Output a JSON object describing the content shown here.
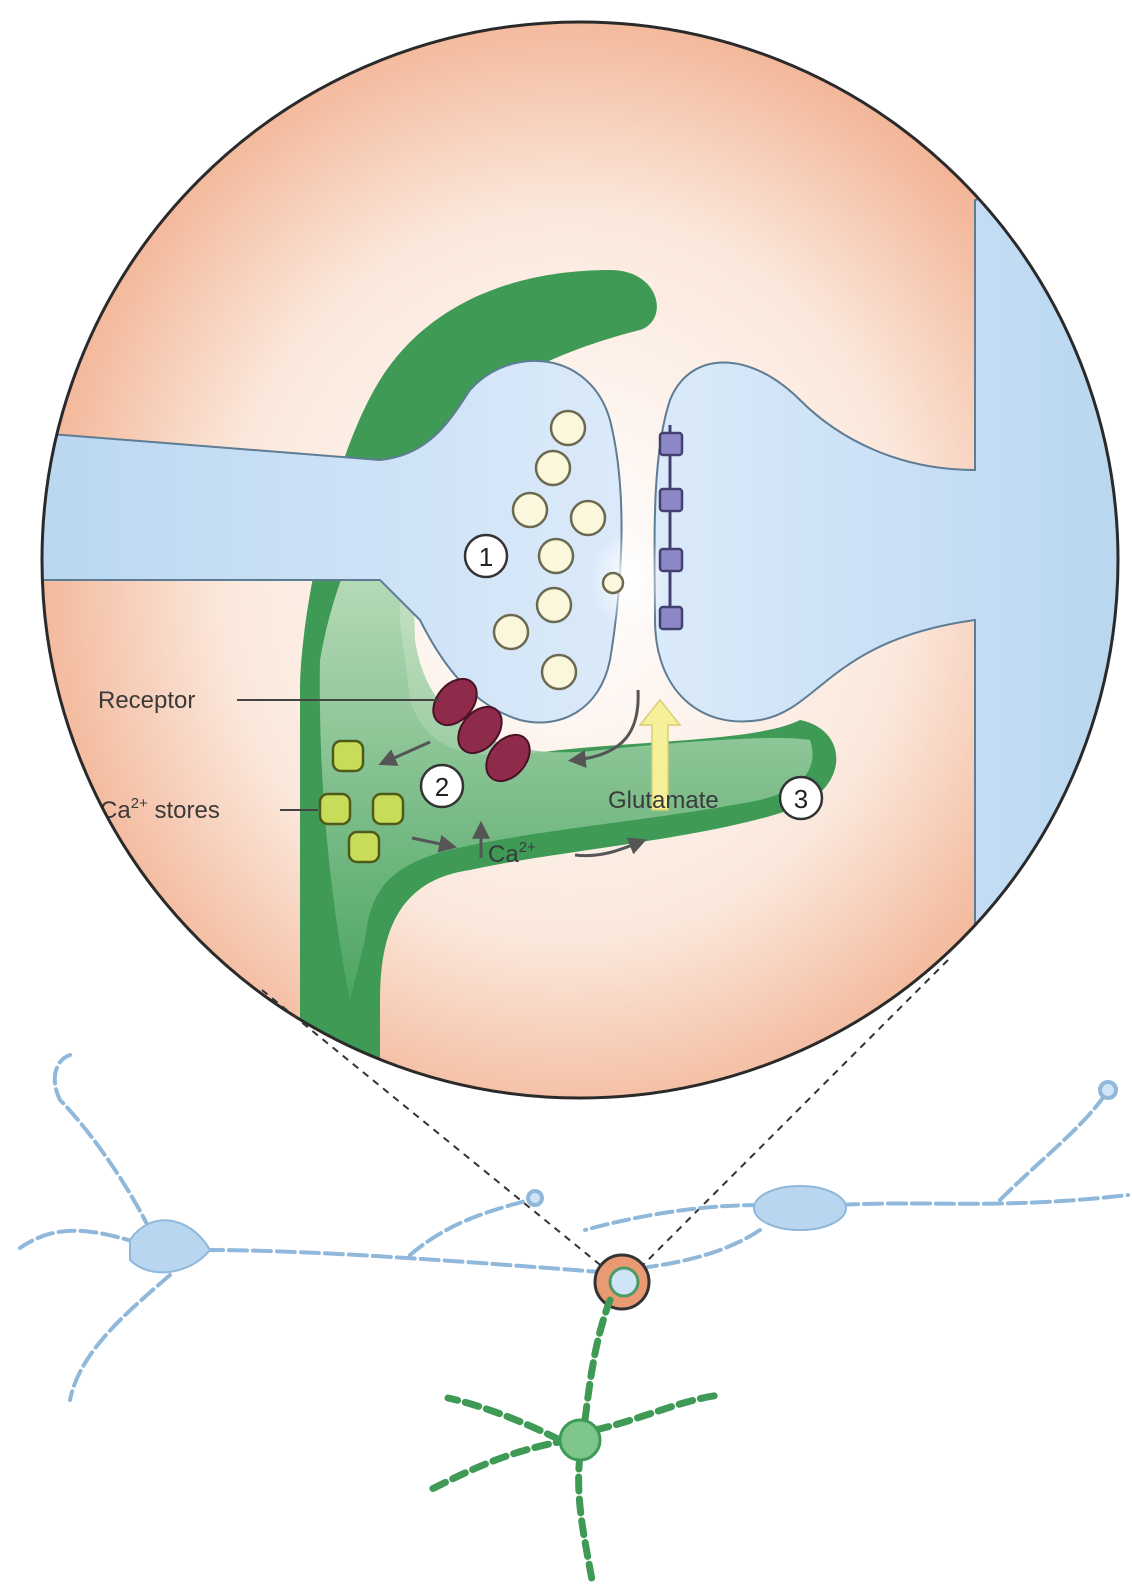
{
  "labels": {
    "receptor": "Receptor",
    "ca_stores_base": "Ca",
    "ca_stores_sup": "2+",
    "ca_stores_rest": " stores",
    "ca_rise_base": "Ca",
    "ca_rise_sup": "2+",
    "glutamate": "Glutamate",
    "step1": "1",
    "step2": "2",
    "step3": "3"
  },
  "colors": {
    "neuron": "#cfe4f6",
    "neuron_outline": "#5e7c93",
    "astrocyte": "#3f9a56",
    "astrocyte_light": "#d7ecd0",
    "cleft": "#ea9a72",
    "receptor": "#8e2a4a",
    "ca_store": "#c8dc5a",
    "postsyn_receptor": "#8c88c8",
    "glutamate_arrow": "#f6f09a",
    "vesicle": "#fbf7dc"
  },
  "icons": {
    "neuron": "neuron-cell-icon",
    "astrocyte": "astrocyte-cell-icon"
  }
}
